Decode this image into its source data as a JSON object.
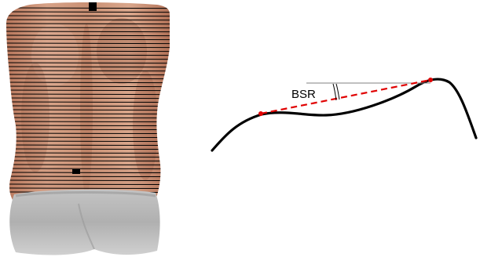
{
  "diagram": {
    "panels": [
      {
        "id": "torso-scan",
        "content": "back-surface-topography"
      },
      {
        "id": "profile",
        "content": "back-surface-cross-section",
        "annotation": "BSR"
      }
    ],
    "colors": {
      "background": "#ffffff",
      "skin_light": "#d9a58a",
      "skin_mid": "#c08266",
      "skin_shadow": "#8c5a45",
      "contour_lines": "#000000",
      "shorts": "#b3b3b3",
      "profile_curve": "#000000",
      "reference_line": "#808080",
      "chord_line": "#e00000",
      "endpoint_markers": "#e00000",
      "angle_arc": "#000000"
    }
  }
}
